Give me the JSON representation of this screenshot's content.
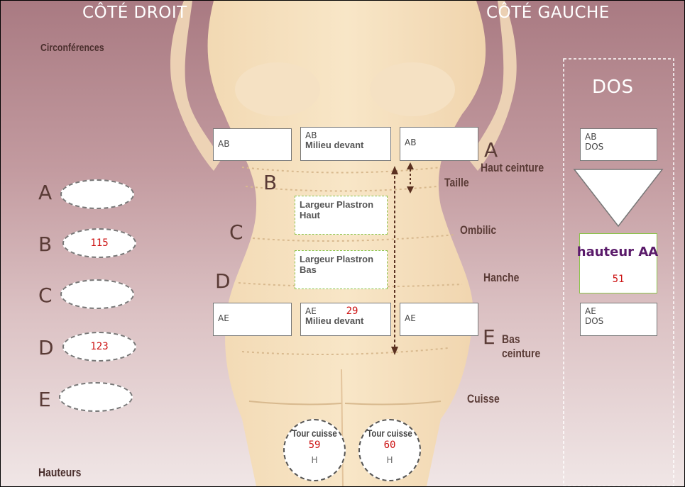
{
  "headers": {
    "right_side": "CÔTÉ DROIT",
    "left_side": "CÔTÉ GAUCHE",
    "back": "DOS"
  },
  "sections": {
    "circumferences": "Circonférences",
    "heights": "Hauteurs"
  },
  "ovals": [
    {
      "letter": "A",
      "value": ""
    },
    {
      "letter": "B",
      "value": "115"
    },
    {
      "letter": "C",
      "value": ""
    },
    {
      "letter": "D",
      "value": "123"
    },
    {
      "letter": "E",
      "value": ""
    }
  ],
  "body_letters": {
    "a": "A",
    "b": "B",
    "c": "C",
    "d": "D",
    "e": "E"
  },
  "body_labels": {
    "haut_ceinture": "Haut ceinture",
    "taille": "Taille",
    "ombilic": "Ombilic",
    "hanche": "Hanche",
    "bas_ceinture_1": "Bas",
    "bas_ceinture_2": "ceinture",
    "cuisse": "Cuisse"
  },
  "top_boxes": {
    "left": {
      "code": "AB"
    },
    "middle": {
      "code": "AB",
      "label": "Milieu devant"
    },
    "right": {
      "code": "AB"
    }
  },
  "plastron": {
    "haut_1": "Largeur Plastron",
    "haut_2": "Haut",
    "bas_1": "Largeur Plastron",
    "bas_2": "Bas"
  },
  "bottom_boxes": {
    "left": {
      "code": "AE"
    },
    "middle": {
      "code": "AE",
      "value": "29",
      "label": "Milieu devant"
    },
    "right": {
      "code": "AE"
    }
  },
  "back_panel": {
    "top_box_1": "AB",
    "top_box_2": "DOS",
    "height_label": "hauteur AA",
    "height_value": "51",
    "bottom_box_1": "AE",
    "bottom_box_2": "DOS"
  },
  "thigh": [
    {
      "label": "Tour cuisse",
      "value": "59",
      "unit": "H"
    },
    {
      "label": "Tour cuisse",
      "value": "60",
      "unit": "H"
    }
  ],
  "colors": {
    "value_red": "#cc1111",
    "green_border": "#8bc34a",
    "purple_title": "#5a1a6a"
  }
}
